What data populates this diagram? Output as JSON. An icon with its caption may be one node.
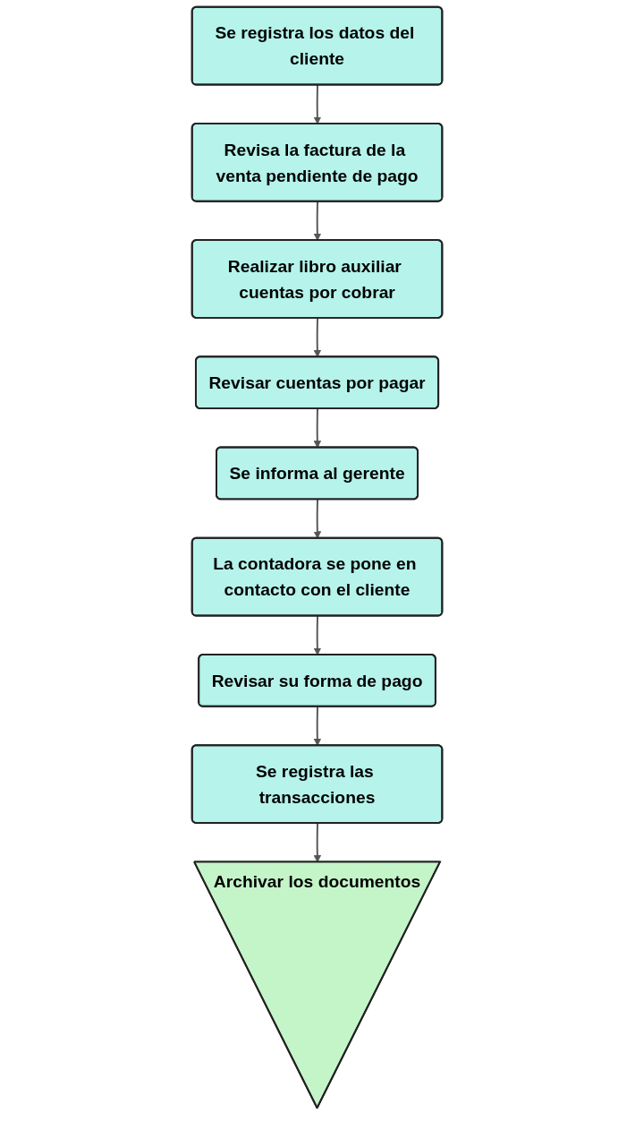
{
  "diagram": {
    "nodes": [
      {
        "text": [
          "Se registra los datos del cliente"
        ]
      },
      {
        "text": [
          "Revisa la factura de la venta pendiente de pago"
        ]
      },
      {
        "text": [
          "Realizar libro auxiliar cuentas por cobrar"
        ]
      },
      {
        "text": [
          "Revisar cuentas por pagar"
        ]
      },
      {
        "text": [
          "Se informa al gerente"
        ]
      },
      {
        "text": [
          "La contadora se pone en contacto con el cliente"
        ]
      },
      {
        "text": [
          "Revisar su forma de pago"
        ]
      },
      {
        "text": [
          "Se registra las transacciones"
        ]
      },
      {
        "text": [
          "Archivar los documentos"
        ]
      }
    ],
    "edges": [
      {
        "from": 0,
        "to": 1,
        "arrow": "to"
      },
      {
        "from": 1,
        "to": 2,
        "arrow": "to"
      },
      {
        "from": 2,
        "to": 3,
        "arrow": "to"
      },
      {
        "from": 3,
        "to": 4,
        "arrow": "to"
      },
      {
        "from": 4,
        "to": 5,
        "arrow": "to"
      },
      {
        "from": 5,
        "to": 6,
        "arrow": "to"
      },
      {
        "from": 6,
        "to": 7,
        "arrow": "to"
      },
      {
        "from": 7,
        "to": 8,
        "arrow": "to"
      }
    ]
  }
}
